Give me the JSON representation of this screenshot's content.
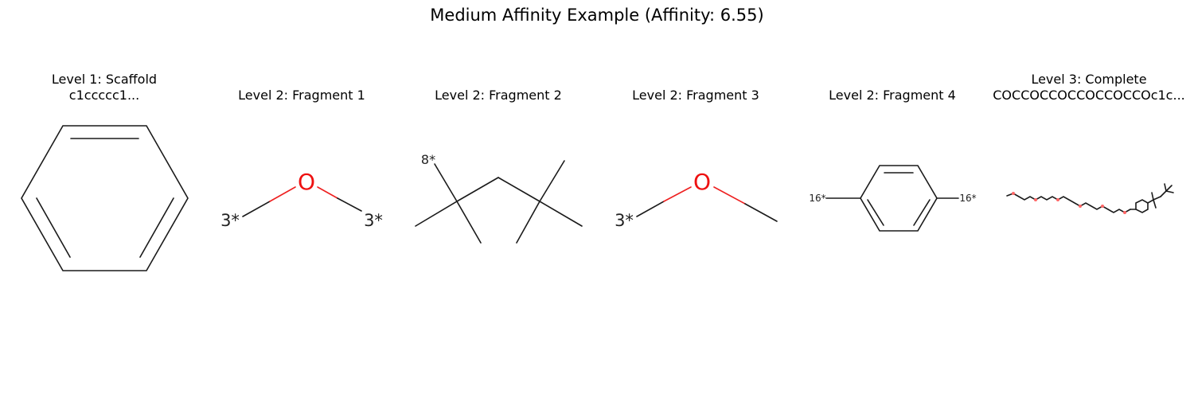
{
  "figure": {
    "title": "Medium Affinity Example (Affinity: 6.55)"
  },
  "panels": [
    {
      "title_line1": "Level 1: Scaffold",
      "title_line2": "c1ccccc1..."
    },
    {
      "title_line1": "Level 2: Fragment 1",
      "title_line2": ""
    },
    {
      "title_line1": "Level 2: Fragment 2",
      "title_line2": ""
    },
    {
      "title_line1": "Level 2: Fragment 3",
      "title_line2": ""
    },
    {
      "title_line1": "Level 2: Fragment 4",
      "title_line2": ""
    },
    {
      "title_line1": "Level 3: Complete",
      "title_line2": "COCCOCCOCCOCCOCCOc1c..."
    }
  ],
  "atom_labels": {
    "oxygen": "O",
    "frag1_left": "3*",
    "frag1_right": "3*",
    "frag2_attach": "8*",
    "frag3_left": "3*",
    "frag4_left": "16*",
    "frag4_right": "16*"
  },
  "colors": {
    "bond": "#1a1a1a",
    "oxygen": "#ee1111",
    "background": "#ffffff"
  }
}
